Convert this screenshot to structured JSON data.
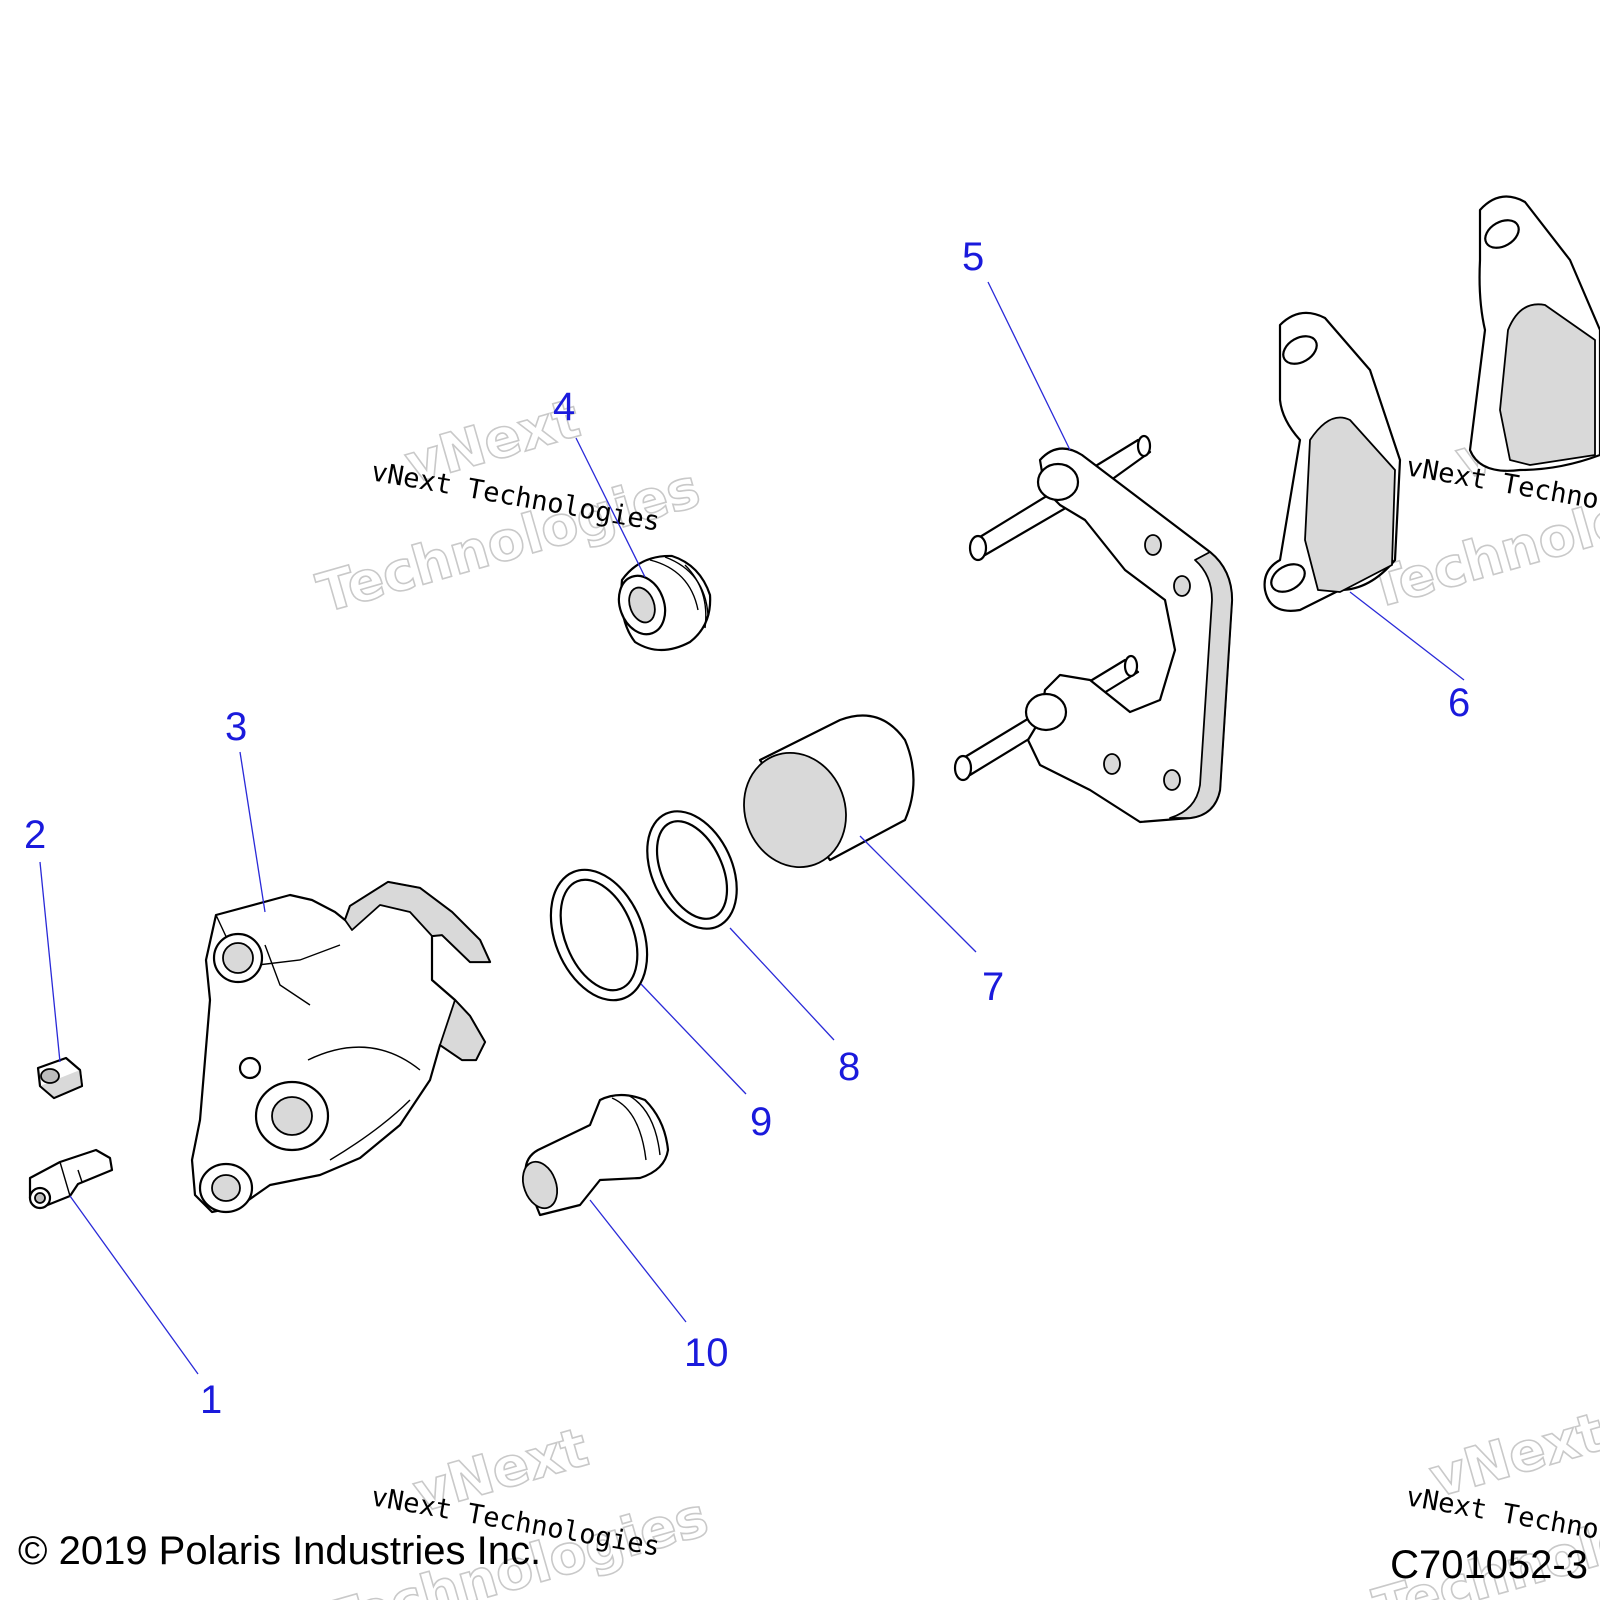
{
  "diagram": {
    "callouts": [
      {
        "id": "1",
        "label": "1"
      },
      {
        "id": "2",
        "label": "2"
      },
      {
        "id": "3",
        "label": "3"
      },
      {
        "id": "4",
        "label": "4"
      },
      {
        "id": "5",
        "label": "5"
      },
      {
        "id": "6",
        "label": "6"
      },
      {
        "id": "7",
        "label": "7"
      },
      {
        "id": "8",
        "label": "8"
      },
      {
        "id": "9",
        "label": "9"
      },
      {
        "id": "10",
        "label": "10"
      }
    ],
    "watermark": {
      "line_small": "vNext Technologies",
      "line_big_1": "vNext",
      "line_big_2": "Technologies"
    },
    "copyright": "© 2019 Polaris Industries Inc.",
    "drawing_number": "C701052-3"
  },
  "colors": {
    "callout": "#1a1adc",
    "line_art": "#000000",
    "watermark": "#c9c9c9"
  }
}
